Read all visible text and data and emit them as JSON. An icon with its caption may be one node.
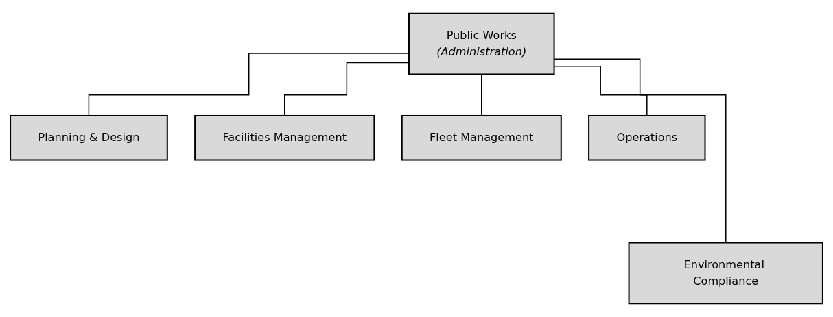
{
  "diagram": {
    "nodes": [
      {
        "text": [
          "Public Works",
          "(Administration)"
        ]
      },
      {
        "text": [
          "Planning & Design"
        ]
      },
      {
        "text": [
          "Facilities Management"
        ]
      },
      {
        "text": [
          "Fleet Management"
        ]
      },
      {
        "text": [
          "Operations"
        ]
      },
      {
        "text": [
          "Environmental Compliance"
        ]
      }
    ],
    "edges": [
      {
        "from": 0,
        "to": 1,
        "arrow": "none"
      },
      {
        "from": 0,
        "to": 2,
        "arrow": "none"
      },
      {
        "from": 0,
        "to": 3,
        "arrow": "none"
      },
      {
        "from": 0,
        "to": 4,
        "arrow": "none"
      },
      {
        "from": 0,
        "to": 5,
        "arrow": "none"
      }
    ]
  }
}
